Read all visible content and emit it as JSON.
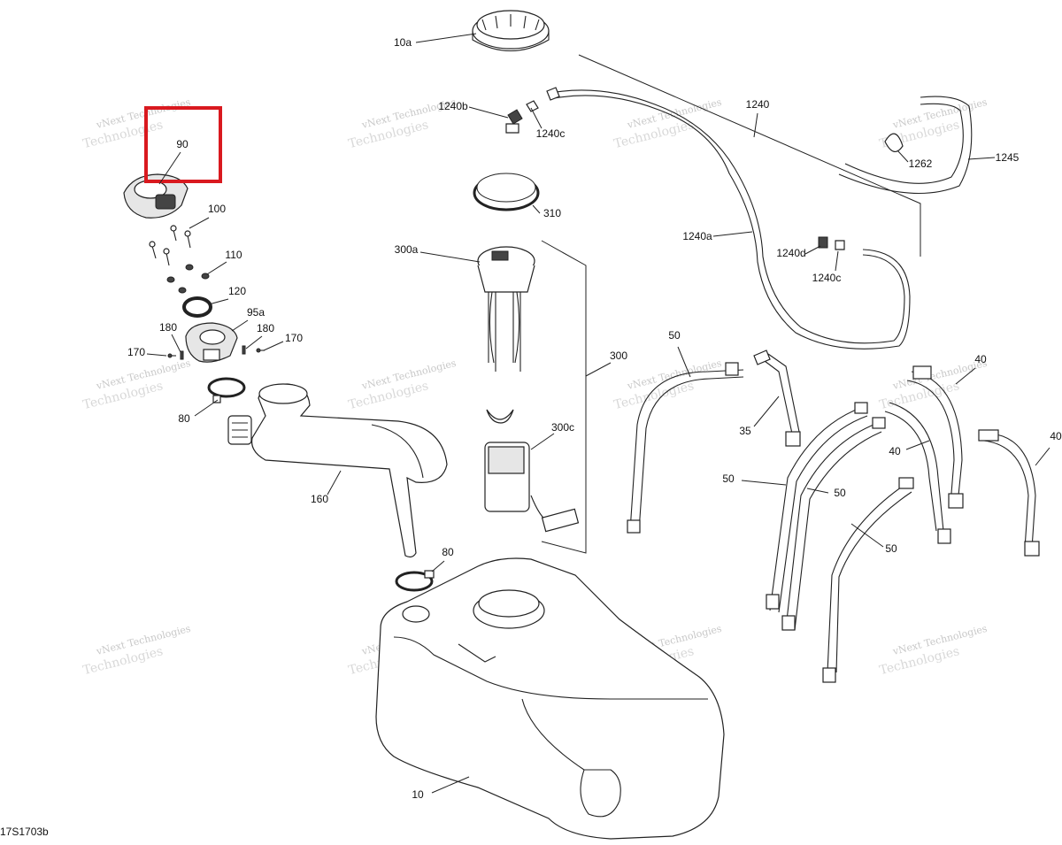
{
  "diagram": {
    "figure_code": "17S1703b",
    "highlight_label": "90",
    "colors": {
      "highlight": "#d9191f",
      "ink": "#222222",
      "watermark": "#c8c8c8"
    },
    "watermark": {
      "line1": "vNext Technologies",
      "line2": "Technologies"
    },
    "callouts": [
      "10a",
      "1240b",
      "1240c",
      "1240",
      "1245",
      "1262",
      "90",
      "310",
      "100",
      "1240a",
      "300a",
      "1240d",
      "1240c",
      "110",
      "120",
      "95a",
      "180",
      "180",
      "170",
      "170",
      "300",
      "50",
      "40",
      "80",
      "35",
      "300c",
      "40",
      "40",
      "50",
      "50",
      "160",
      "80",
      "50",
      "10"
    ]
  }
}
